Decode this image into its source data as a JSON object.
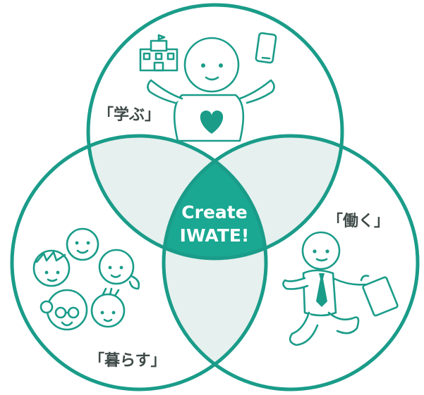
{
  "diagram": {
    "colors": {
      "stroke": "#1a9c89",
      "overlap_fill": "#e6f0ee",
      "center_fill": "#1aa892",
      "label_text": "#3f4a48"
    },
    "circles": [
      {
        "label": "「学ぶ」",
        "icons": [
          "school-building-icon",
          "smartphone-icon",
          "heart-icon",
          "person-icon"
        ]
      },
      {
        "label": "「働く」",
        "icons": [
          "businessman-icon",
          "briefcase-icon",
          "necktie-icon"
        ]
      },
      {
        "label": "「暮らす」",
        "icons": [
          "family-faces-icon"
        ]
      }
    ],
    "center": {
      "line1": "Create",
      "line2": "IWATE!"
    }
  }
}
